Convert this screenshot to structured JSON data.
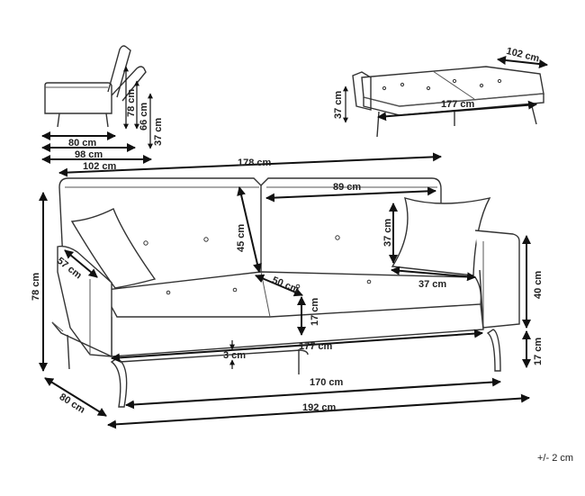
{
  "colors": {
    "line": "#333333",
    "dimension": "#111111",
    "background": "#ffffff"
  },
  "side_view": {
    "back_height": "78 cm",
    "back_height_reclined": "66 cm",
    "seat_height": "37 cm",
    "depth_seat": "80 cm",
    "depth_mid": "98 cm",
    "depth_full": "102 cm"
  },
  "bed_view": {
    "depth": "102 cm",
    "height": "37 cm",
    "length": "177 cm"
  },
  "main_view": {
    "top_width": "178 cm",
    "back_width": "89 cm",
    "back_height": "45 cm",
    "pillow_height": "37 cm",
    "pillow_width": "37 cm",
    "armrest_depth": "57 cm",
    "seat_depth": "50 cm",
    "seat_thickness": "17 cm",
    "inner_width": "177 cm",
    "gap": "3 cm",
    "total_height": "78 cm",
    "arm_height": "40 cm",
    "leg_height": "17 cm",
    "depth": "80 cm",
    "leg_span": "170 cm",
    "total_width": "192 cm"
  },
  "tolerance": "+/- 2 cm"
}
